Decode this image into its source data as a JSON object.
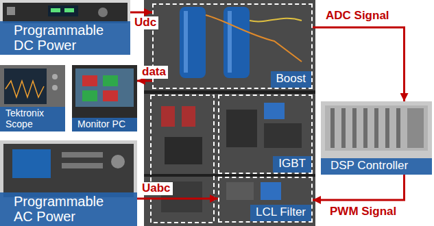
{
  "diagram": {
    "nodes": [
      {
        "text": [
          "Programmable DC Power"
        ]
      },
      {
        "text": [
          "Tektronix Scope"
        ]
      },
      {
        "text": [
          "Monitor PC"
        ]
      },
      {
        "text": [
          "Programmable AC Power"
        ]
      },
      {
        "text": [
          "Boost"
        ]
      },
      {
        "text": [
          "IGBT"
        ]
      },
      {
        "text": [
          "LCL Filter"
        ]
      },
      {
        "text": [
          "DSP Controller"
        ]
      }
    ],
    "edges": [
      {
        "from": 0,
        "to": 4,
        "label": "Udc",
        "arrow": "to"
      },
      {
        "from": 4,
        "to": 2,
        "label": "data",
        "arrow": "to"
      },
      {
        "from": 3,
        "to": 6,
        "label": "Uabc",
        "arrow": "to"
      },
      {
        "from": 4,
        "to": 7,
        "label": "ADC Signal",
        "arrow": "to"
      },
      {
        "from": 7,
        "to": 6,
        "label": "PWM Signal",
        "arrow": "to"
      }
    ]
  }
}
